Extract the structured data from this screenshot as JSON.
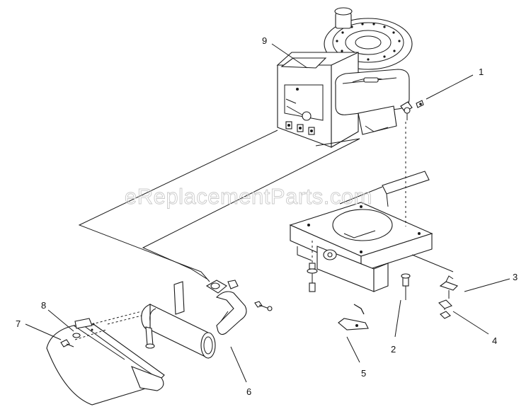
{
  "watermark": "eReplacementParts.com",
  "callouts": {
    "c1": "1",
    "c2": "2",
    "c3": "3",
    "c4": "4",
    "c5": "5",
    "c6": "6",
    "c7": "7",
    "c8": "8",
    "c9": "9"
  },
  "colors": {
    "line": "#1a1a1a",
    "background": "#ffffff",
    "watermark": "#c9c9c9"
  }
}
